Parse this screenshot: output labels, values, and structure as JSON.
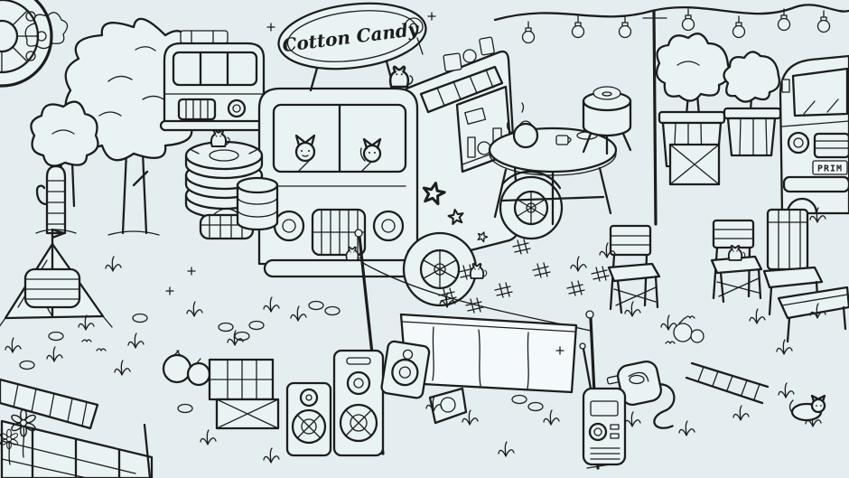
{
  "scene": {
    "type": "hidden-object line-art illustration of a cotton candy food-truck campsite",
    "colors": {
      "background": "#e4eef0",
      "ink": "#1d1d1d",
      "paper": "#e9f3f4",
      "screen_sheet": "#f4fafb"
    },
    "sign": {
      "text": "Cotton Candy"
    },
    "van": {
      "plate_text": "PRIM"
    },
    "objects": [
      "badge-logo",
      "string-lights",
      "light-pole",
      "large-tree",
      "small-tree",
      "cactus",
      "camping-tent",
      "striped-mat",
      "vintage-bus",
      "tire-stack",
      "woven-basket",
      "barrel-drum",
      "cotton-candy-food-truck",
      "cotton-candy-sign",
      "awning",
      "serving-window",
      "star-decals",
      "front-wheel",
      "rear-wheel",
      "round-table",
      "tea-kettle",
      "donut-stool",
      "planter-tree",
      "planter-bush",
      "storage-crate",
      "delivery-van",
      "director-chair",
      "ladder-back-chair",
      "wooden-side-table",
      "ladder",
      "projector-screen",
      "screen-pole",
      "power-plug",
      "portable-radio",
      "speaker-stack",
      "stage-monitor",
      "wooden-crates",
      "sacks",
      "market-cart",
      "daisy-flowers",
      "hidden-cat",
      "grass-tuft",
      "rock",
      "ground-hash"
    ]
  }
}
